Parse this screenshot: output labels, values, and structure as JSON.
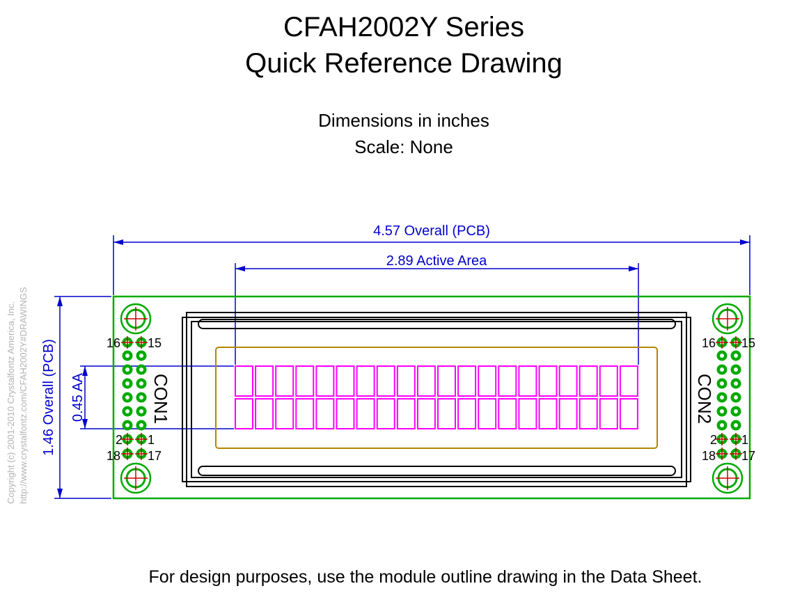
{
  "title_line1": "CFAH2002Y Series",
  "title_line2": "Quick Reference Drawing",
  "units": "Dimensions in inches",
  "scale": "Scale: None",
  "dims": {
    "overall_width": "4.57 Overall (PCB)",
    "active_width": "2.89 Active Area",
    "overall_height": "1.46 Overall (PCB)",
    "active_height": "0.45 AA"
  },
  "connectors": {
    "left": {
      "name": "CON1",
      "pins": {
        "top_left": "16",
        "top_right": "15",
        "bottom_left1": "2",
        "bottom_right1": "1",
        "bottom_left2": "18",
        "bottom_right2": "17"
      }
    },
    "right": {
      "name": "CON2",
      "pins": {
        "top_left": "16",
        "top_right": "15",
        "bottom_left1": "2",
        "bottom_right1": "1",
        "bottom_left2": "18",
        "bottom_right2": "17"
      }
    }
  },
  "display": {
    "columns": 20,
    "rows": 2
  },
  "copyright_line1": "Copyright (c) 2001-2010 Crystalfontz America, Inc.",
  "copyright_line2": "http://www.crystalfontz.com/CFAH2002Y#DRAWINGS",
  "footer": "For design purposes, use the module outline drawing in the Data Sheet.",
  "colors": {
    "pcb": "#00aa00",
    "dimension": "#0000cc",
    "bezel": "#000000",
    "viewing_area": "#b38600",
    "characters": "#ff00ff",
    "holes": "#cc0000",
    "copyright": "#b3b3b3"
  }
}
